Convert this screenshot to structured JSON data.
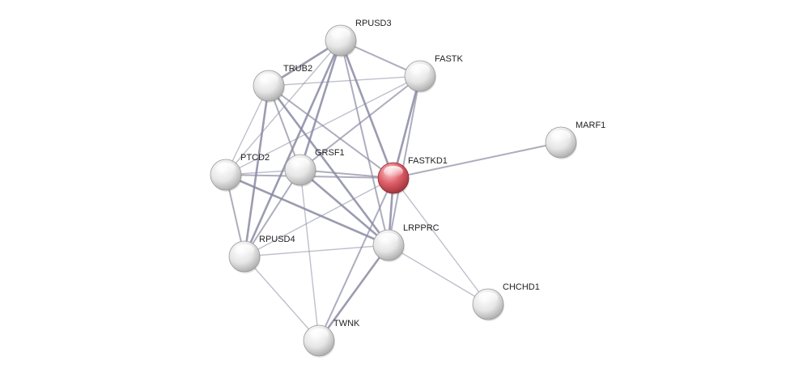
{
  "network": {
    "nodes": [
      {
        "id": "RPUSD3",
        "label": "RPUSD3",
        "query": false
      },
      {
        "id": "FASTK",
        "label": "FASTK",
        "query": false
      },
      {
        "id": "TRUB2",
        "label": "TRUB2",
        "query": false
      },
      {
        "id": "MARF1",
        "label": "MARF1",
        "query": false
      },
      {
        "id": "PTCD2",
        "label": "PTCD2",
        "query": false
      },
      {
        "id": "GRSF1",
        "label": "GRSF1",
        "query": false
      },
      {
        "id": "FASTKD1",
        "label": "FASTKD1",
        "query": true
      },
      {
        "id": "LRPPRC",
        "label": "LRPPRC",
        "query": false
      },
      {
        "id": "RPUSD4",
        "label": "RPUSD4",
        "query": false
      },
      {
        "id": "CHCHD1",
        "label": "CHCHD1",
        "query": false
      },
      {
        "id": "TWNK",
        "label": "TWNK",
        "query": false
      }
    ],
    "edges": [
      {
        "source": "RPUSD3",
        "target": "TRUB2",
        "strength": 3
      },
      {
        "source": "RPUSD3",
        "target": "FASTK",
        "strength": 2
      },
      {
        "source": "RPUSD3",
        "target": "GRSF1",
        "strength": 3
      },
      {
        "source": "RPUSD3",
        "target": "FASTKD1",
        "strength": 3
      },
      {
        "source": "RPUSD3",
        "target": "LRPPRC",
        "strength": 2
      },
      {
        "source": "RPUSD3",
        "target": "RPUSD4",
        "strength": 3
      },
      {
        "source": "RPUSD3",
        "target": "PTCD2",
        "strength": 1
      },
      {
        "source": "TRUB2",
        "target": "FASTK",
        "strength": 1
      },
      {
        "source": "TRUB2",
        "target": "PTCD2",
        "strength": 1
      },
      {
        "source": "TRUB2",
        "target": "GRSF1",
        "strength": 2
      },
      {
        "source": "TRUB2",
        "target": "FASTKD1",
        "strength": 2
      },
      {
        "source": "TRUB2",
        "target": "LRPPRC",
        "strength": 3
      },
      {
        "source": "TRUB2",
        "target": "RPUSD4",
        "strength": 3
      },
      {
        "source": "FASTK",
        "target": "FASTKD1",
        "strength": 3
      },
      {
        "source": "FASTK",
        "target": "GRSF1",
        "strength": 2
      },
      {
        "source": "FASTK",
        "target": "PTCD2",
        "strength": 1
      },
      {
        "source": "FASTK",
        "target": "LRPPRC",
        "strength": 2
      },
      {
        "source": "MARF1",
        "target": "FASTKD1",
        "strength": 2
      },
      {
        "source": "PTCD2",
        "target": "GRSF1",
        "strength": 1
      },
      {
        "source": "PTCD2",
        "target": "FASTKD1",
        "strength": 2
      },
      {
        "source": "PTCD2",
        "target": "LRPPRC",
        "strength": 3
      },
      {
        "source": "PTCD2",
        "target": "RPUSD4",
        "strength": 2
      },
      {
        "source": "GRSF1",
        "target": "FASTKD1",
        "strength": 2
      },
      {
        "source": "GRSF1",
        "target": "LRPPRC",
        "strength": 3
      },
      {
        "source": "GRSF1",
        "target": "RPUSD4",
        "strength": 2
      },
      {
        "source": "GRSF1",
        "target": "TWNK",
        "strength": 1
      },
      {
        "source": "FASTKD1",
        "target": "LRPPRC",
        "strength": 3
      },
      {
        "source": "FASTKD1",
        "target": "RPUSD4",
        "strength": 1
      },
      {
        "source": "FASTKD1",
        "target": "CHCHD1",
        "strength": 1
      },
      {
        "source": "FASTKD1",
        "target": "TWNK",
        "strength": 2
      },
      {
        "source": "LRPPRC",
        "target": "RPUSD4",
        "strength": 1
      },
      {
        "source": "LRPPRC",
        "target": "CHCHD1",
        "strength": 1
      },
      {
        "source": "LRPPRC",
        "target": "TWNK",
        "strength": 3
      },
      {
        "source": "RPUSD4",
        "target": "TWNK",
        "strength": 1
      }
    ]
  },
  "colors": {
    "query_node": "#e0606a",
    "node": "#e8e8e8",
    "edge": "#8a8aa3",
    "label": "#222222"
  }
}
